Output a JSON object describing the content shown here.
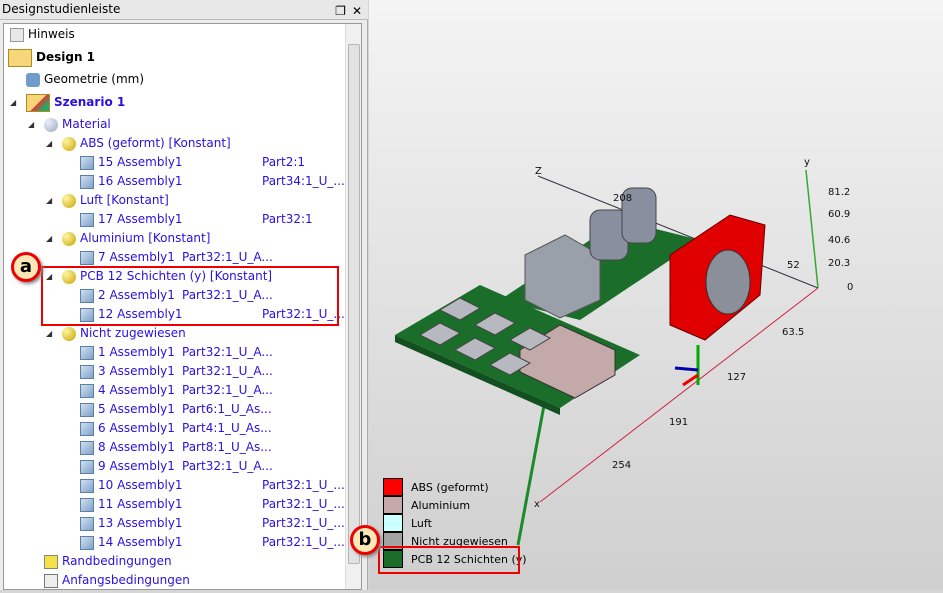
{
  "panel": {
    "title": "Designstudienleiste",
    "restore_icon": "restore-icon",
    "close_icon": "close-icon"
  },
  "tree": {
    "hinweis": "Hinweis",
    "design": "Design 1",
    "geometrie": "Geometrie (mm)",
    "szenario": "Szenario 1",
    "material": "Material",
    "groups": [
      {
        "label": "ABS (geformt) [Konstant]",
        "items": [
          [
            "15 Assembly1",
            "Part2:1",
            "far"
          ],
          [
            "16 Assembly1",
            "Part34:1_U_...",
            "far"
          ]
        ]
      },
      {
        "label": "Luft [Konstant]",
        "items": [
          [
            "17 Assembly1",
            "Part32:1",
            "far"
          ]
        ]
      },
      {
        "label": "Aluminium [Konstant]",
        "items": [
          [
            "7 Assembly1",
            "Part32:1_U_A...",
            "near"
          ]
        ]
      },
      {
        "label": "PCB 12 Schichten (y) [Konstant]",
        "items": [
          [
            "2 Assembly1",
            "Part32:1_U_A...",
            "near"
          ],
          [
            "12 Assembly1",
            "Part32:1_U_...",
            "far"
          ]
        ]
      },
      {
        "label": "Nicht zugewiesen",
        "items": [
          [
            "1 Assembly1",
            "Part32:1_U_A...",
            "near"
          ],
          [
            "3 Assembly1",
            "Part32:1_U_A...",
            "near"
          ],
          [
            "4 Assembly1",
            "Part32:1_U_A...",
            "near"
          ],
          [
            "5 Assembly1",
            "Part6:1_U_As...",
            "near"
          ],
          [
            "6 Assembly1",
            "Part4:1_U_As...",
            "near"
          ],
          [
            "8 Assembly1",
            "Part8:1_U_As...",
            "near"
          ],
          [
            "9 Assembly1",
            "Part32:1_U_A...",
            "near"
          ],
          [
            "10 Assembly1",
            "Part32:1_U_...",
            "far"
          ],
          [
            "11 Assembly1",
            "Part32:1_U_...",
            "far"
          ],
          [
            "13 Assembly1",
            "Part32:1_U_...",
            "far"
          ],
          [
            "14 Assembly1",
            "Part32:1_U_...",
            "far"
          ]
        ]
      }
    ],
    "rand": "Randbedingungen",
    "anfang": "Anfangsbedingungen"
  },
  "callouts": {
    "a": "a",
    "b": "b"
  },
  "axes": {
    "z": "Z",
    "y": "y",
    "x": "x",
    "z_tick": "208",
    "y_ticks": [
      "81.2",
      "60.9",
      "40.6",
      "20.3",
      "0"
    ],
    "z2_tick": "52",
    "x_ticks": [
      "63.5",
      "127",
      "191",
      "254"
    ]
  },
  "legend": [
    {
      "label": "ABS (geformt)",
      "color": "#ff0000"
    },
    {
      "label": "Aluminium",
      "color": "#c4a9a9"
    },
    {
      "label": "Luft",
      "color": "#ccffff"
    },
    {
      "label": "Nicht zugewiesen",
      "color": "#a3a3a3"
    },
    {
      "label": "PCB 12 Schichten (y)",
      "color": "#1a6e2a"
    }
  ]
}
